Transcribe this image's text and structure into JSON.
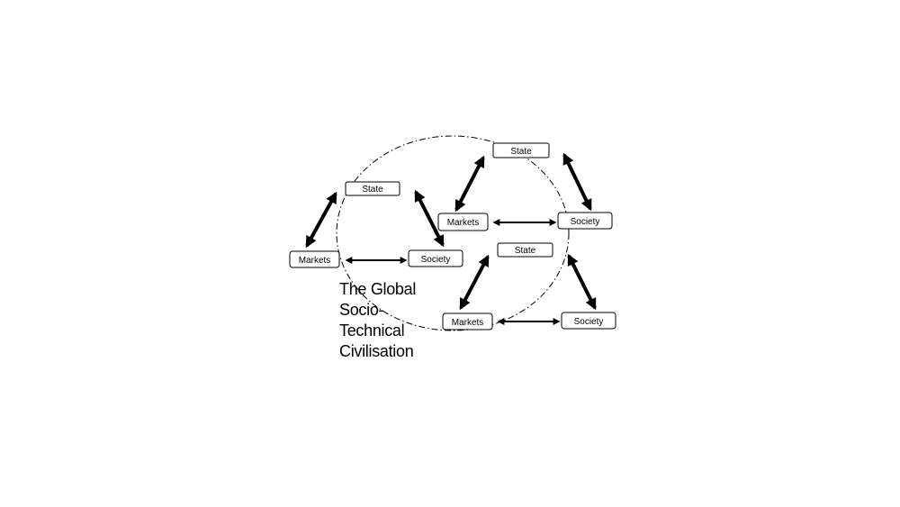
{
  "caption": {
    "lines": [
      "The Global",
      "Socio-",
      "Technical",
      "Civilisation"
    ]
  },
  "triads": [
    {
      "state": "State",
      "markets": "Markets",
      "society": "Society"
    },
    {
      "state": "State",
      "markets": "Markets",
      "society": "Society"
    },
    {
      "state": "State",
      "markets": "Markets",
      "society": "Society"
    }
  ],
  "colors": {
    "stroke": "#000000",
    "background": "#ffffff"
  }
}
